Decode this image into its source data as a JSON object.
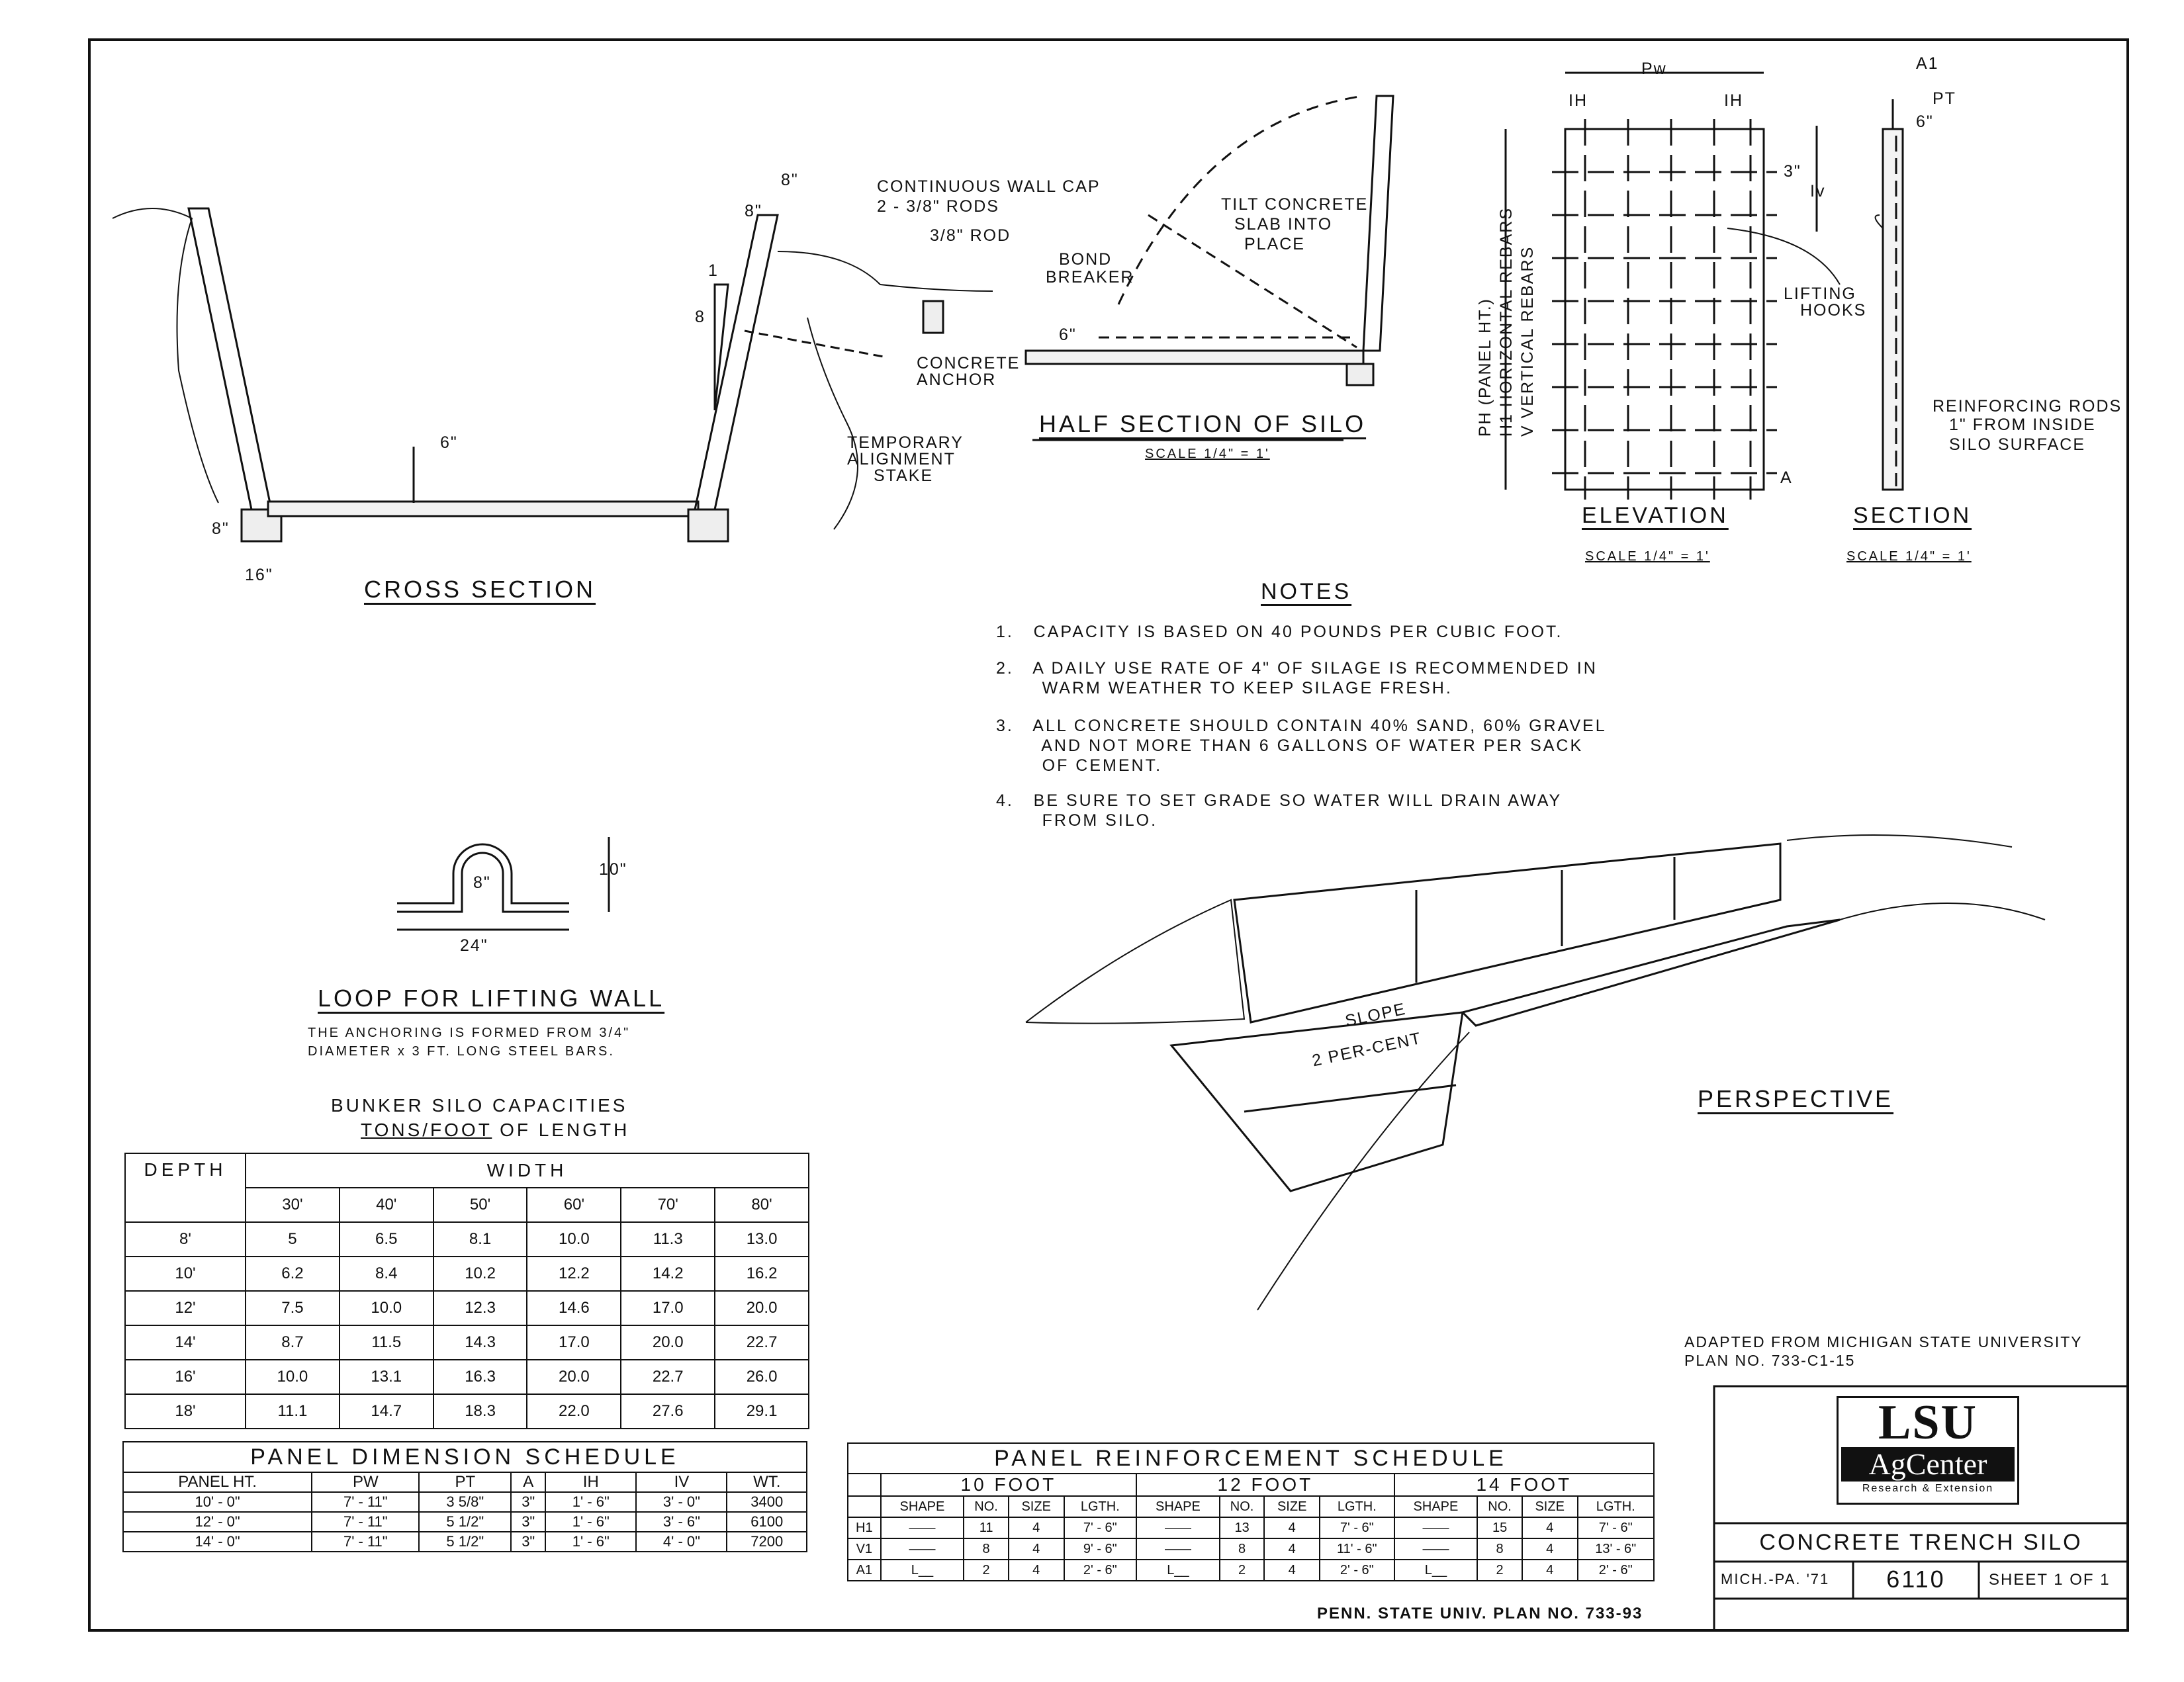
{
  "cross_section": {
    "title": "CROSS SECTION",
    "wall_cap": "CONTINUOUS WALL CAP",
    "rods_238": "2 - 3/8\" RODS",
    "rod_38": "3/8\" ROD",
    "concrete_anchor_1": "CONCRETE",
    "concrete_anchor_2": "ANCHOR",
    "temp_stake_1": "TEMPORARY",
    "temp_stake_2": "ALIGNMENT",
    "temp_stake_3": "STAKE",
    "dim_8a": "8\"",
    "dim_8b": "8\"",
    "dim_8c": "8\"",
    "dim_16": "16\"",
    "dim_6": "6\"",
    "slope_1": "1",
    "slope_8": "8"
  },
  "half_section": {
    "title": "HALF SECTION OF SILO",
    "scale": "SCALE  1/4\" = 1'",
    "tilt_1": "TILT CONCRETE",
    "tilt_2": "SLAB INTO",
    "tilt_3": "PLACE",
    "bond_1": "BOND",
    "bond_2": "BREAKER",
    "dim_6": "6\""
  },
  "elevation": {
    "title": "ELEVATION",
    "scale": "SCALE 1/4\" = 1'",
    "pw": "Pw",
    "ih_left": "IH",
    "ih_right": "IH",
    "iv": "Iv",
    "dim_3": "3\"",
    "a": "A",
    "lifting_1": "LIFTING",
    "lifting_2": "HOOKS",
    "v1": "PH (PANEL HT.)",
    "v2": "H1 HORIZONTAL REBARS",
    "v3": "V  VERTICAL REBARS"
  },
  "section": {
    "title": "SECTION",
    "scale": "SCALE 1/4\" = 1'",
    "a1": "A1",
    "pt": "PT",
    "dim_6": "6\"",
    "reinf_1": "REINFORCING RODS",
    "reinf_2": "1\" FROM INSIDE",
    "reinf_3": "SILO SURFACE"
  },
  "notes": {
    "title": "NOTES",
    "items": [
      "1.   CAPACITY IS BASED ON 40 POUNDS PER CUBIC FOOT.",
      "2.   A DAILY USE RATE OF 4\" OF SILAGE IS RECOMMENDED IN\n       WARM WEATHER TO KEEP SILAGE FRESH.",
      "3.   ALL CONCRETE SHOULD CONTAIN 40% SAND, 60% GRAVEL\n       AND NOT MORE THAN 6 GALLONS OF WATER PER SACK\n       OF CEMENT.",
      "4.   BE SURE TO SET GRADE SO WATER WILL DRAIN AWAY\n       FROM SILO."
    ]
  },
  "loop": {
    "title": "LOOP FOR LIFTING WALL",
    "desc_1": "THE ANCHORING IS FORMED FROM 3/4\"",
    "desc_2": "DIAMETER x 3 FT. LONG STEEL BARS.",
    "dim_8": "8\"",
    "dim_10": "10\"",
    "dim_24": "24\""
  },
  "perspective": {
    "title": "PERSPECTIVE",
    "slope_1": "SLOPE",
    "slope_2": "2 PER-CENT"
  },
  "capacities": {
    "title_1": "BUNKER SILO CAPACITIES",
    "title_2": "TONS/FOOT",
    "title_3": " OF LENGTH",
    "depth_header": "DEPTH",
    "width_header": "WIDTH",
    "widths": [
      "30'",
      "40'",
      "50'",
      "60'",
      "70'",
      "80'"
    ],
    "rows": [
      {
        "depth": "8'",
        "values": [
          "5",
          "6.5",
          "8.1",
          "10.0",
          "11.3",
          "13.0"
        ]
      },
      {
        "depth": "10'",
        "values": [
          "6.2",
          "8.4",
          "10.2",
          "12.2",
          "14.2",
          "16.2"
        ]
      },
      {
        "depth": "12'",
        "values": [
          "7.5",
          "10.0",
          "12.3",
          "14.6",
          "17.0",
          "20.0"
        ]
      },
      {
        "depth": "14'",
        "values": [
          "8.7",
          "11.5",
          "14.3",
          "17.0",
          "20.0",
          "22.7"
        ]
      },
      {
        "depth": "16'",
        "values": [
          "10.0",
          "13.1",
          "16.3",
          "20.0",
          "22.7",
          "26.0"
        ]
      },
      {
        "depth": "18'",
        "values": [
          "11.1",
          "14.7",
          "18.3",
          "22.0",
          "27.6",
          "29.1"
        ]
      }
    ]
  },
  "panel_dim": {
    "title": "PANEL       DIMENSION       SCHEDULE",
    "headers": [
      "PANEL HT.",
      "PW",
      "PT",
      "A",
      "IH",
      "IV",
      "WT."
    ],
    "rows": [
      [
        "10' - 0\"",
        "7' - 11\"",
        "3 5/8\"",
        "3\"",
        "1' - 6\"",
        "3' - 0\"",
        "3400"
      ],
      [
        "12' - 0\"",
        "7' - 11\"",
        "5 1/2\"",
        "3\"",
        "1' - 6\"",
        "3' - 6\"",
        "6100"
      ],
      [
        "14' - 0\"",
        "7' - 11\"",
        "5 1/2\"",
        "3\"",
        "1' - 6\"",
        "4' - 0\"",
        "7200"
      ]
    ]
  },
  "panel_reinf": {
    "title": "PANEL       REINFORCEMENT       SCHEDULE",
    "groups": [
      "10  FOOT",
      "12  FOOT",
      "14  FOOT"
    ],
    "sub": [
      "SHAPE",
      "NO.",
      "SIZE",
      "LGTH."
    ],
    "rows": [
      {
        "name": "H1",
        "values": [
          [
            "——",
            "11",
            "4",
            "7' - 6\""
          ],
          [
            "——",
            "13",
            "4",
            "7' - 6\""
          ],
          [
            "——",
            "15",
            "4",
            "7' - 6\""
          ]
        ]
      },
      {
        "name": "V1",
        "values": [
          [
            "——",
            "8",
            "4",
            "9' - 6\""
          ],
          [
            "——",
            "8",
            "4",
            "11' - 6\""
          ],
          [
            "——",
            "8",
            "4",
            "13' - 6\""
          ]
        ]
      },
      {
        "name": "A1",
        "values": [
          [
            "L__",
            "2",
            "4",
            "2' - 6\""
          ],
          [
            "L__",
            "2",
            "4",
            "2' - 6\""
          ],
          [
            "L__",
            "2",
            "4",
            "2' - 6\""
          ]
        ]
      }
    ]
  },
  "footer": {
    "adapted_1": "ADAPTED FROM MICHIGAN STATE UNIVERSITY",
    "adapted_2": "PLAN NO. 733-C1-15",
    "penn": "PENN. STATE UNIV. PLAN NO. 733-93",
    "logo_1": "LSU",
    "logo_2": "AgCenter",
    "logo_3": "Research & Extension",
    "drawing_title": "CONCRETE TRENCH SILO",
    "mich": "MICH.-PA. '71",
    "number": "6110",
    "sheet": "SHEET 1 OF 1"
  }
}
